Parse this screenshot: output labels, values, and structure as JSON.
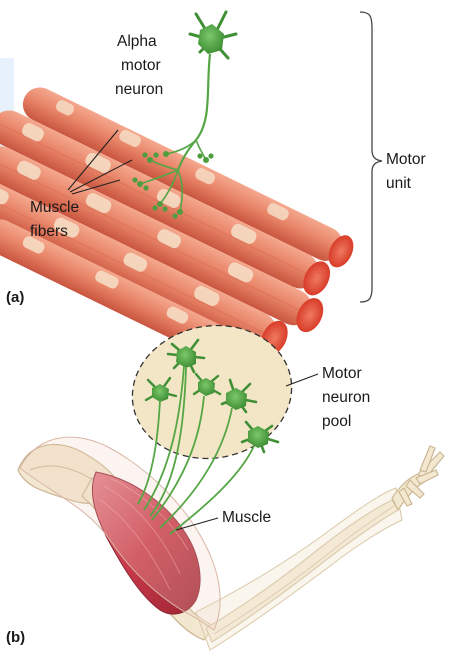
{
  "panel_a": {
    "letter": "(a)",
    "labels": {
      "alpha_1": "Alpha",
      "alpha_2": "motor",
      "alpha_3": "neuron",
      "fibers_1": "Muscle",
      "fibers_2": "fibers",
      "unit_1": "Motor",
      "unit_2": "unit"
    }
  },
  "panel_b": {
    "letter": "(b)",
    "labels": {
      "pool_1": "Motor",
      "pool_2": "neuron",
      "pool_3": "pool",
      "muscle": "Muscle"
    }
  },
  "colors": {
    "fiber": "#e9866a",
    "fiber_dark": "#d4604a",
    "fiber_band": "#f6dcc4",
    "fiber_end": "#e64a34",
    "neuron": "#55a645",
    "neuron_dark": "#2f7a2a",
    "pool_fill": "#f3e6c6",
    "bone": "#f2e7cf",
    "bone_line": "#c9b48f",
    "arm_muscle": "#c8394a"
  }
}
